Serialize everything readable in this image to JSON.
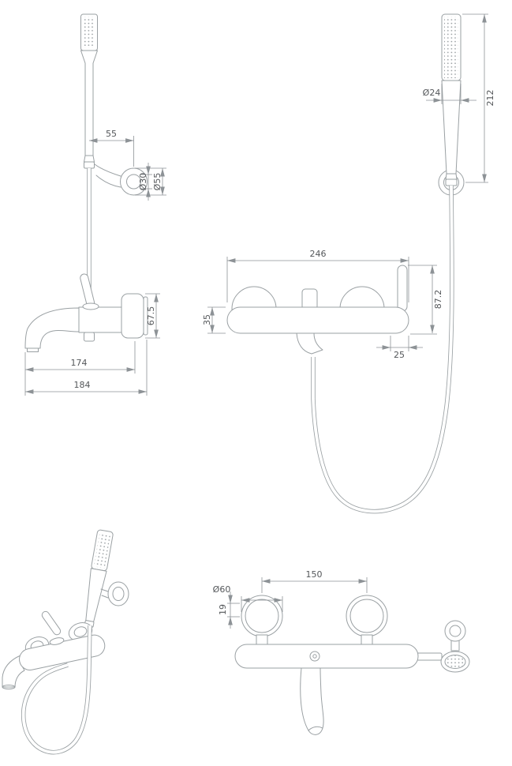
{
  "drawing": {
    "product": "wall-mounted bath shower mixer with hand shower - dimensional drawing",
    "colors": {
      "background": "#ffffff",
      "line": "#9aa0a3",
      "dimension": "#8d9296",
      "text": "#54575a"
    },
    "views": {
      "side": {
        "dims": {
          "hook_offset": "55",
          "bracket_stem_diameter": "Ø30",
          "bracket_flange_diameter": "Ø55",
          "wall_flange_height": "67.5",
          "spout_reach": "174",
          "overall_projection": "184"
        }
      },
      "front": {
        "dims": {
          "handshower_diameter": "Ø24",
          "handshower_length": "212",
          "body_width": "246",
          "holder_height": "87.2",
          "body_height": "35",
          "holder_offset": "25"
        }
      },
      "front_alt": {
        "dims": {
          "center_distance": "150",
          "escutcheon_diameter": "Ø60",
          "escutcheon_depth": "19"
        }
      }
    }
  }
}
